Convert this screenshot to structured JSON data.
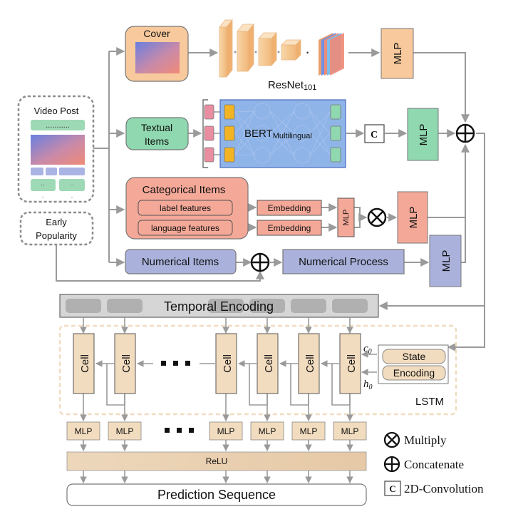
{
  "inputs": {
    "video_post": "Video Post",
    "video_post_dots": "...........",
    "early_popularity_line1": "Early",
    "early_popularity_line2": "Popularity"
  },
  "branches": {
    "cover": "Cover",
    "resnet": "ResNet",
    "resnet_sub": "101",
    "textual_line1": "Textual",
    "textual_line2": "Items",
    "bert": "BERT",
    "bert_sub": "Multilingual",
    "conv_symbol": "C",
    "categorical": "Categorical Items",
    "label_features": "label features",
    "language_features": "language features",
    "embedding": "Embedding",
    "numerical": "Numerical Items",
    "numerical_process": "Numerical Process",
    "mlp": "MLP"
  },
  "temporal": {
    "temporal_encoding": "Temporal Encoding",
    "cell": "Cell",
    "ellipsis": "▪ ▪ ▪",
    "lstm": "LSTM",
    "c0": "c",
    "c0_sub": "0",
    "h0": "h",
    "h0_sub": "0",
    "state_line1": "State",
    "state_line2": "Encoding",
    "relu": "ReLU",
    "prediction": "Prediction Sequence"
  },
  "legend": {
    "multiply": "Multiply",
    "concatenate": "Concatenate",
    "conv": "2D-Convolution",
    "conv_symbol": "C"
  },
  "colors": {
    "cover_fill": "#f7c99c",
    "textual_fill": "#8fd8b0",
    "categorical_fill": "#f4a898",
    "numerical_fill": "#aab2dc",
    "bert_fill": "#8fb4e8",
    "cell_fill": "#f2dcbf",
    "arrow": "#9a9a9a"
  }
}
